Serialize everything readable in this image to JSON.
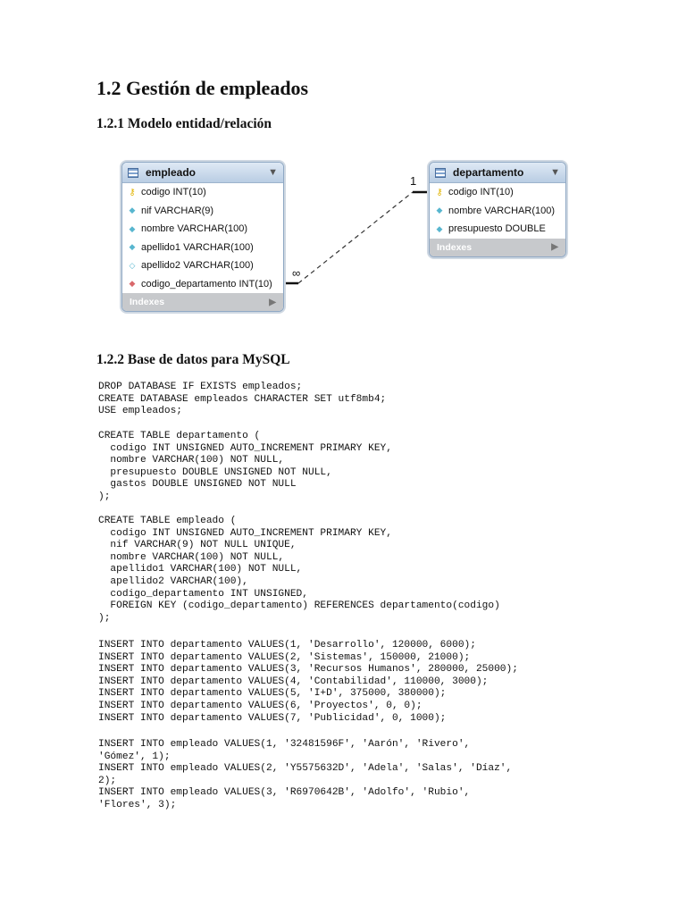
{
  "heading": "1.2 Gestión de empleados",
  "subheading_er": "1.2.1 Modelo entidad/relación",
  "subheading_db": "1.2.2 Base de datos para MySQL",
  "diagram": {
    "empleado": {
      "title": "empleado",
      "fields": [
        {
          "icon": "key-icon",
          "text": "codigo INT(10)"
        },
        {
          "icon": "diamond-icon",
          "text": "nif VARCHAR(9)"
        },
        {
          "icon": "diamond-icon",
          "text": "nombre VARCHAR(100)"
        },
        {
          "icon": "diamond-icon",
          "text": "apellido1 VARCHAR(100)"
        },
        {
          "icon": "diamond-outline-icon",
          "text": "apellido2 VARCHAR(100)"
        },
        {
          "icon": "foreign-key-diamond-icon",
          "text": "codigo_departamento INT(10)"
        }
      ],
      "footer": "Indexes"
    },
    "departamento": {
      "title": "departamento",
      "fields": [
        {
          "icon": "key-icon",
          "text": "codigo INT(10)"
        },
        {
          "icon": "diamond-icon",
          "text": "nombre VARCHAR(100)"
        },
        {
          "icon": "diamond-icon",
          "text": "presupuesto DOUBLE"
        }
      ],
      "footer": "Indexes"
    },
    "relation": {
      "many_label": "∞",
      "one_label": "1"
    }
  },
  "code_blocks": [
    "DROP DATABASE IF EXISTS empleados;\nCREATE DATABASE empleados CHARACTER SET utf8mb4;\nUSE empleados;",
    "CREATE TABLE departamento (\n  codigo INT UNSIGNED AUTO_INCREMENT PRIMARY KEY,\n  nombre VARCHAR(100) NOT NULL,\n  presupuesto DOUBLE UNSIGNED NOT NULL,\n  gastos DOUBLE UNSIGNED NOT NULL\n);",
    "CREATE TABLE empleado (\n  codigo INT UNSIGNED AUTO_INCREMENT PRIMARY KEY,\n  nif VARCHAR(9) NOT NULL UNIQUE,\n  nombre VARCHAR(100) NOT NULL,\n  apellido1 VARCHAR(100) NOT NULL,\n  apellido2 VARCHAR(100),\n  codigo_departamento INT UNSIGNED,\n  FOREIGN KEY (codigo_departamento) REFERENCES departamento(codigo)\n);",
    "INSERT INTO departamento VALUES(1, 'Desarrollo', 120000, 6000);\nINSERT INTO departamento VALUES(2, 'Sistemas', 150000, 21000);\nINSERT INTO departamento VALUES(3, 'Recursos Humanos', 280000, 25000);\nINSERT INTO departamento VALUES(4, 'Contabilidad', 110000, 3000);\nINSERT INTO departamento VALUES(5, 'I+D', 375000, 380000);\nINSERT INTO departamento VALUES(6, 'Proyectos', 0, 0);\nINSERT INTO departamento VALUES(7, 'Publicidad', 0, 1000);",
    "INSERT INTO empleado VALUES(1, '32481596F', 'Aarón', 'Rivero',\n'Gómez', 1);\nINSERT INTO empleado VALUES(2, 'Y5575632D', 'Adela', 'Salas', 'Díaz',\n2);\nINSERT INTO empleado VALUES(3, 'R6970642B', 'Adolfo', 'Rubio',\n'Flores', 3);"
  ]
}
